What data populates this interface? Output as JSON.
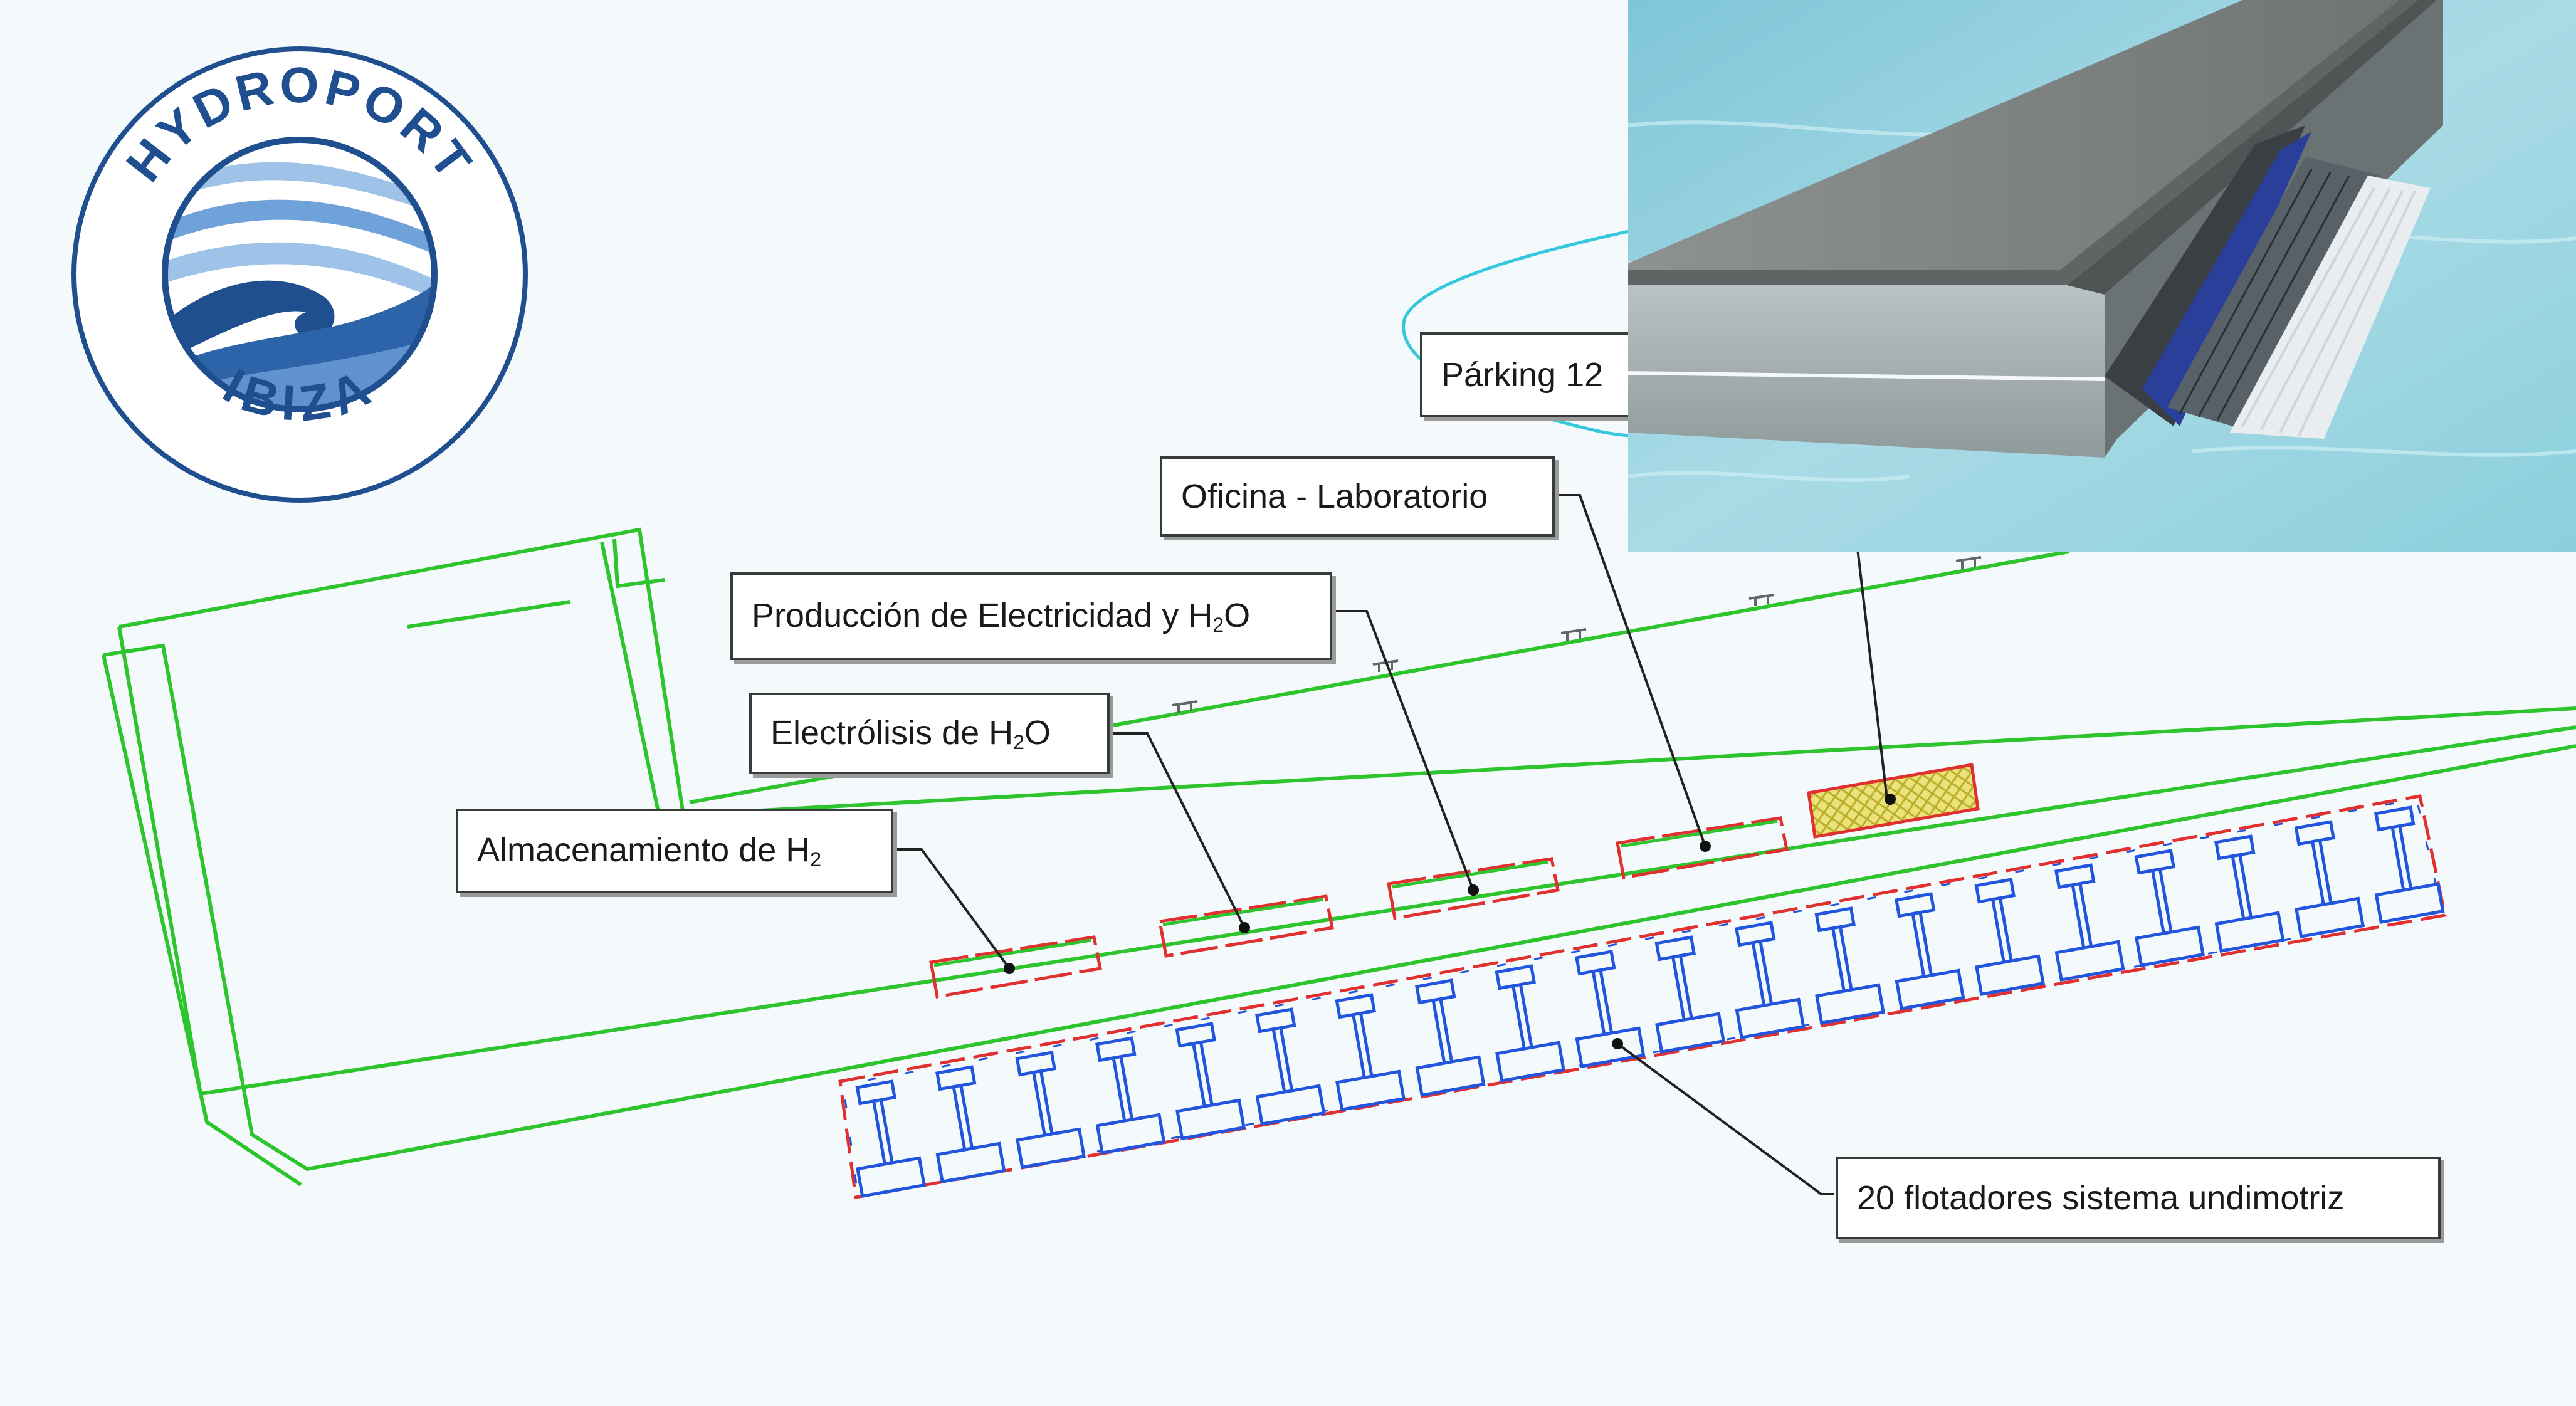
{
  "logo": {
    "top_text": "HYDROPORT",
    "bottom_text": "IBIZA"
  },
  "labels": {
    "parking": "Párking 12",
    "oficina": "Oficina - Laboratorio",
    "produccion": "Producción de Electricidad y H",
    "produccion_sub": "2",
    "produccion_tail": "O",
    "electrolisis": "Electrólisis de H",
    "electrolisis_sub": "2",
    "electrolisis_tail": "O",
    "almacenamiento": "Almacenamiento de H",
    "almacenamiento_sub": "2",
    "flotadores": "20 flotadores sistema undimotriz"
  },
  "colors": {
    "pier_outline": "#2ec42e",
    "float_blue": "#2255dd",
    "float_frame_red": "#e03030",
    "hatch_yellow": "#e8e07a",
    "cyan_line": "#35c8dc",
    "logo_navy": "#1f4f8f"
  },
  "icons": {
    "logo": "hydroport-wave-logo",
    "render": "pier-wave-energy-render"
  }
}
